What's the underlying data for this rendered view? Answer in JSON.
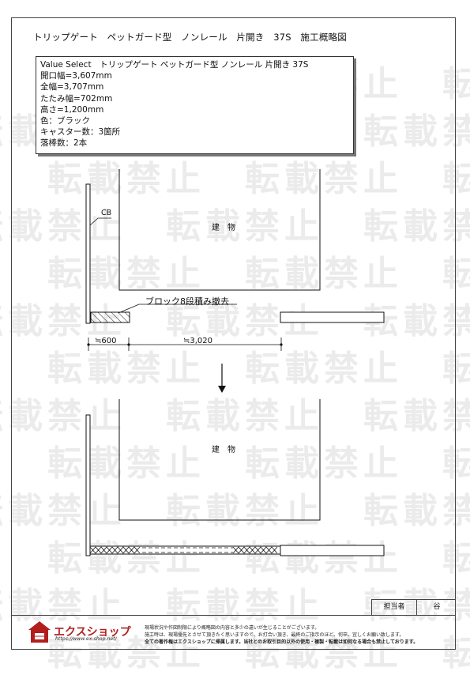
{
  "title": "トリップゲート　ペットガード型　ノンレール　片開き　37S　施工概略図",
  "spec": {
    "lines": [
      "Value Select　トリップゲート ペットガード型 ノンレール 片開き 37S",
      "開口幅=3,607mm",
      "全幅=3,707mm",
      "たたみ幅=702mm",
      "高さ=1,200mm",
      "色：ブラック",
      "キャスター数：3箇所",
      "落棒数：2本"
    ]
  },
  "diagram_top": {
    "building_label": "建　物",
    "cb_label": "CB",
    "block_label": "ブロック8段積み撤去",
    "dim_left": "≒600",
    "dim_right": "≒3,020"
  },
  "diagram_bottom": {
    "building_label": "建　物"
  },
  "watermark": "転載禁止",
  "footer": {
    "sign_label": "担当者",
    "sign_value": "谷",
    "company_name": "エクスショップ",
    "company_url": "https://www.ex-shop.net/",
    "notes": [
      "現場状況や作図制限により概略図の内容と多少の違いが生じることがございます。",
      "施工時は、現場優先とさせて頂きたく思いますので、お打合い頂き、最終のご指示のほど、何卒、宜しくお願い致します。",
      "全ての著作権はエクスショップに帰属します。当社とのお取引目的以外の使用・複製・転載は如何なる場合も禁止しております。"
    ]
  },
  "colors": {
    "logo": "#b21e1e",
    "line": "#111111"
  }
}
